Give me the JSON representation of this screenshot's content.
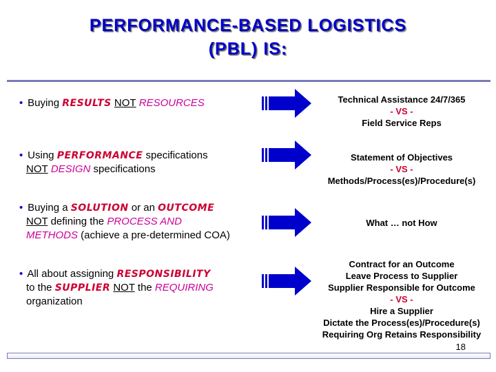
{
  "title": {
    "line1": "PERFORMANCE-BASED LOGISTICS",
    "line2": "(PBL)  IS:"
  },
  "rows": [
    {
      "left": {
        "p1": "Buying ",
        "k1": "RESULTS",
        "p2": " ",
        "not": "NOT",
        "m1": " RESOURCES"
      },
      "right": [
        "Technical Assistance 24/7/365",
        "- VS -",
        "Field Service Reps"
      ]
    },
    {
      "left": {
        "p1": "Using ",
        "k1": "PERFORMANCE",
        "p2": " specifications",
        "not": "NOT",
        "m1": " DESIGN",
        "p3": " specifications"
      },
      "right": [
        "Statement of Objectives",
        "- VS -",
        "Methods/Process(es)/Procedure(s)"
      ]
    },
    {
      "left": {
        "p1": "Buying a ",
        "k1": "SOLUTION",
        "p2": " or an ",
        "k2": "OUTCOME",
        "not": "NOT",
        "p3": " defining the ",
        "m1": "PROCESS AND",
        "m2": "METHODS",
        "p4": " (achieve a pre-determined COA)"
      },
      "right": [
        "What … not How"
      ]
    },
    {
      "left": {
        "p1": "All about assigning ",
        "k1": "RESPONSIBILITY",
        "p2": "to the ",
        "k2": "SUPPLIER",
        "p3": " ",
        "not": "NOT",
        "p4": " the ",
        "m1": "REQUIRING",
        "p5": "organization"
      },
      "right": [
        "Contract for an Outcome",
        "Leave Process to Supplier",
        "Supplier Responsible for Outcome",
        "- VS -",
        "Hire a Supplier",
        "Dictate the Process(es)/Procedure(s)",
        "Requiring Org Retains Responsibility"
      ]
    }
  ],
  "page_number": "18",
  "colors": {
    "title": "#0000cc",
    "keyword": "#cc0033",
    "magenta": "#cc0099",
    "arrow": "#0000cc"
  },
  "icons": [
    "right-arrow-icon"
  ]
}
